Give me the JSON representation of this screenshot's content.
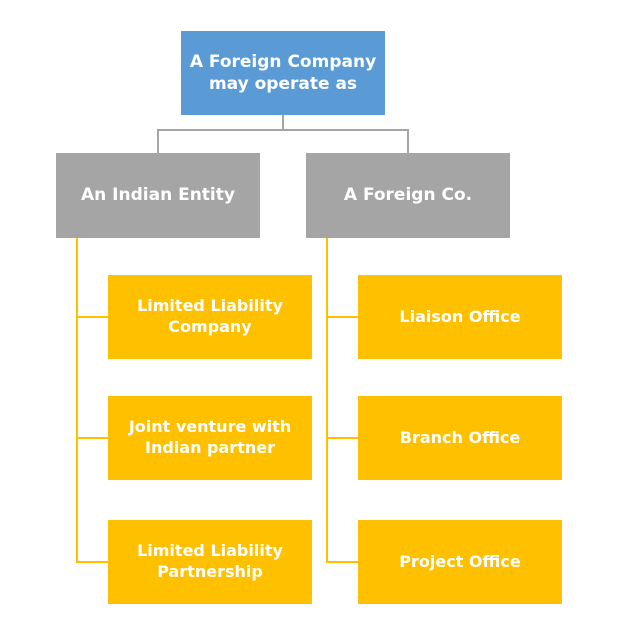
{
  "root": {
    "label": "A Foreign Company may operate as",
    "color": "#5b9bd5"
  },
  "categories": [
    {
      "label": "An Indian Entity",
      "children": [
        "Limited Liability Company",
        "Joint venture with Indian partner",
        "Limited Liability Partnership"
      ]
    },
    {
      "label": "A Foreign Co.",
      "children": [
        "Liaison Office",
        "Branch Office",
        "Project Office"
      ]
    }
  ],
  "colors": {
    "category": "#a5a5a5",
    "leaf": "#ffc000"
  }
}
